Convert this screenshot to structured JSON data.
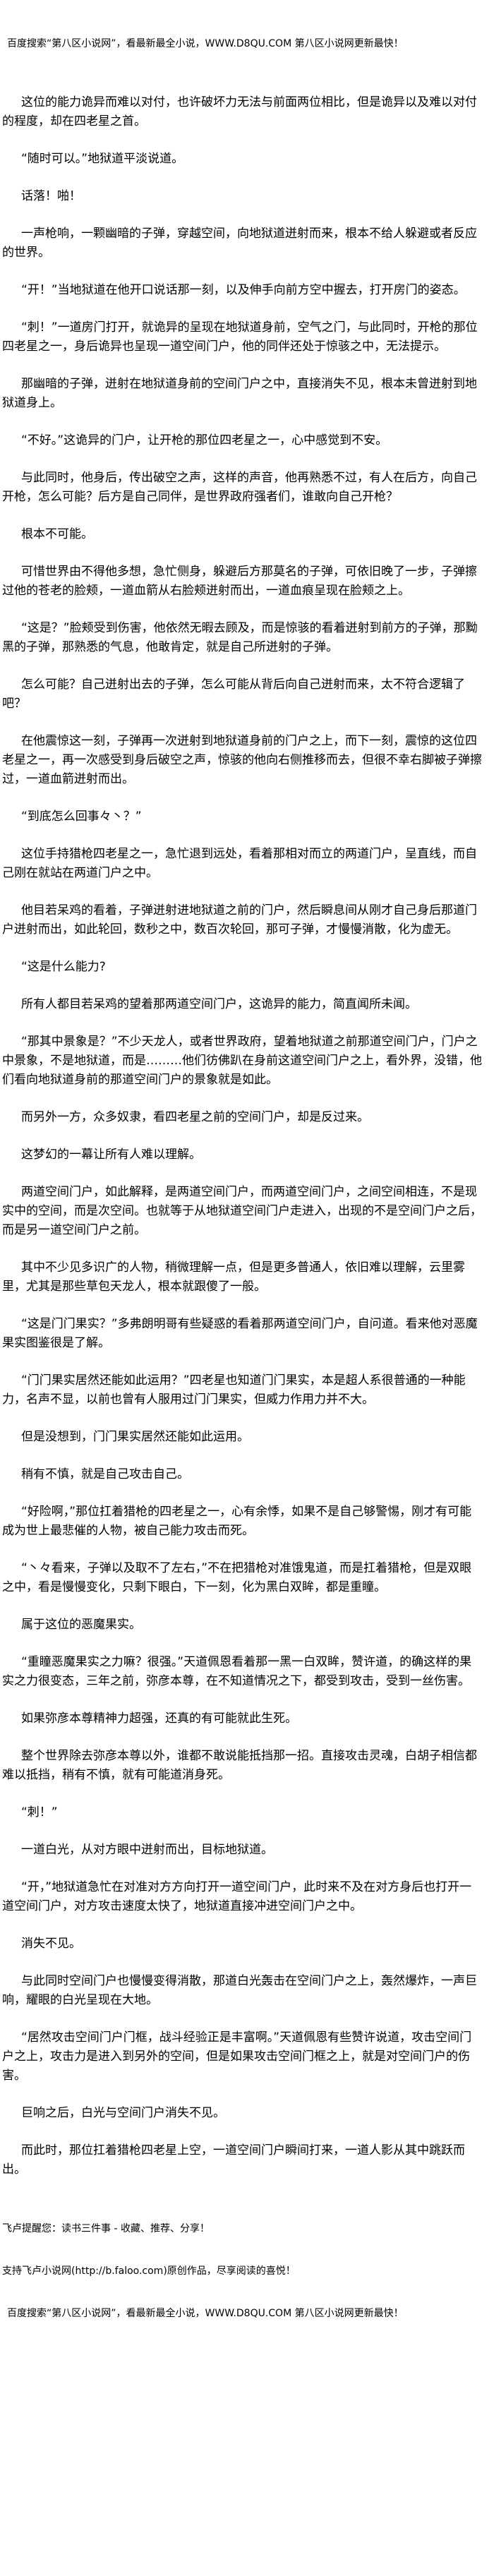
{
  "banner": "百度搜索“第八区小说网”，看最新最全小说，WWW.D8QU.COM   第八区小说网更新最快！",
  "paragraphs": [
    "这位的能力诡异而难以对付，也许破坏力无法与前面两位相比，但是诡异以及难以对付的程度，却在四老星之首。",
    "“随时可以。”地狱道平淡说道。",
    "话落！啪！",
    "一声枪响，一颗幽暗的子弹，穿越空间，向地狱道迸射而来，根本不给人躲避或者反应的世界。",
    "“开！”当地狱道在他开口说话那一刻，以及伸手向前方空中握去，打开房门的姿态。",
    "“刺！”一道房门打开，就诡异的呈现在地狱道身前，空气之门，与此同时，开枪的那位四老星之一，身后诡异也呈现一道空间门户，他的同伴还处于惊骇之中，无法提示。",
    "那幽暗的子弹，迸射在地狱道身前的空间门户之中，直接消失不见，根本未曾迸射到地狱道身上。",
    "“不好。”这诡异的门户，让开枪的那位四老星之一，心中感觉到不安。",
    "与此同时，他身后，传出破空之声，这样的声音，他再熟悉不过，有人在后方，向自己开枪，怎么可能？后方是自己同伴，是世界政府强者们，谁敢向自己开枪？",
    "根本不可能。",
    "可惜世界由不得他多想，急忙侧身，躲避后方那莫名的子弹，可依旧晚了一步，子弹擦过他的苍老的脸颊，一道血箭从右脸颊迸射而出，一道血痕呈现在脸颊之上。",
    "“这是？”脸颊受到伤害，他依然无暇去顾及，而是惊骇的看着迸射到前方的子弹，那黝黑的子弹，那熟悉的气息，他敢肯定，就是自己所迸射的子弹。",
    "怎么可能？自己迸射出去的子弹，怎么可能从背后向自己迸射而来，太不符合逻辑了吧？",
    "在他震惊这一刻，子弹再一次迸射到地狱道身前的门户之上，而下一刻，震惊的这位四老星之一，再一次感受到身后破空之声，惊骇的他向右侧推移而去，但很不幸右脚被子弹擦过，一道血箭迸射而出。",
    "“到底怎么回事々丶？”",
    "这位手持猎枪四老星之一，急忙退到远处，看着那相对而立的两道门户，呈直线，而自己刚在就站在两道门户之中。",
    "他目若呆鸡的看着，子弹迸射进地狱道之前的门户，然后瞬息间从刚才自己身后那道门户迸射而出，如此轮回，数秒之中，数百次轮回，那可子弹，才慢慢消散，化为虚无。",
    "“这是什么能力?",
    "所有人都目若呆鸡的望着那两道空间门户，这诡异的能力，简直闻所未闻。",
    "“那其中景象是？”不少天龙人，或者世界政府，望着地狱道之前那道空间门户，门户之中景象，不是地狱道，而是………他们彷佛趴在身前这道空间门户之上，看外界，没错，他们看向地狱道身前的那道空间门户的景象就是如此。",
    "而另外一方，众多奴隶，看四老星之前的空间门户，却是反过来。",
    "这梦幻的一幕让所有人难以理解。",
    "两道空间门户，如此解释，是两道空间门户，而两道空间门户，之间空间相连，不是现实中的空间，而是次空间。也就等于从地狱道空间门户走进入，出现的不是空间门户之后，而是另一道空间门户之前。",
    "其中不少见多识广的人物，稍微理解一点，但是更多普通人，依旧难以理解，云里雾里，尤其是那些草包天龙人，根本就跟傻了一般。",
    "“这是门门果实？”多弗朗明哥有些疑惑的看着那两道空间门户，自问道。看来他对恶魔果实图鉴很是了解。",
    "“门门果实居然还能如此运用？”四老星也知道门门果实，本是超人系很普通的一种能力，名声不显，以前也曾有人服用过门门果实，但威力作用力并不大。",
    "但是没想到，门门果实居然还能如此运用。",
    "稍有不慎，就是自己攻击自己。",
    "“好险啊，”那位扛着猎枪的四老星之一，心有余悸，如果不是自己够警惕，刚才有可能成为世上最悲催的人物，被自己能力攻击而死。",
    "“丶々看来，子弹以及取不了左右，”不在把猎枪对准饿鬼道，而是扛着猎枪，但是双眼之中，看是慢慢变化，只剩下眼白，下一刻，化为黑白双眸，都是重瞳。",
    "属于这位的恶魔果实。",
    "“重瞳恶魔果实之力嘛？很强。”天道佩恩看着那一黑一白双眸，赞许道，的确这样的果实之力很变态，三年之前，弥彦本尊，在不知道情况之下，都受到攻击，受到一丝伤害。",
    "如果弥彦本尊精神力超强，还真的有可能就此生死。",
    "整个世界除去弥彦本尊以外，谁都不敢说能抵挡那一招。直接攻击灵魂，白胡子相信都难以抵挡，稍有不慎，就有可能道消身死。",
    "“刺！”",
    "一道白光，从对方眼中迸射而出，目标地狱道。",
    "“开，”地狱道急忙在对准对方方向打开一道空间门户，此时来不及在对方身后也打开一道空间门户，对方攻击速度太快了，地狱道直接冲进空间门户之中。",
    "消失不见。",
    "与此同时空间门户也慢慢变得消散，那道白光轰击在空间门户之上，轰然爆炸，一声巨响，耀眼的白光呈现在大地。",
    "“居然攻击空间门户门框，战斗经验正是丰富啊。”天道佩恩有些赞许说道，攻击空间门户之上，攻击力是进入到另外的空间，但是如果攻击空间门框之上，就是对空间门户的伤害。",
    "巨响之后，白光与空间门户消失不见。",
    "而此时，那位扛着猎枪四老星上空，一道空间门户瞬间打来，一道人影从其中跳跃而出。"
  ],
  "footer": {
    "reminder": "飞卢提醒您：读书三件事 - 收藏、推荐、分享！",
    "support": "支持飞卢小说网(http://b.faloo.com)原创作品，尽享阅读的喜悦！"
  }
}
